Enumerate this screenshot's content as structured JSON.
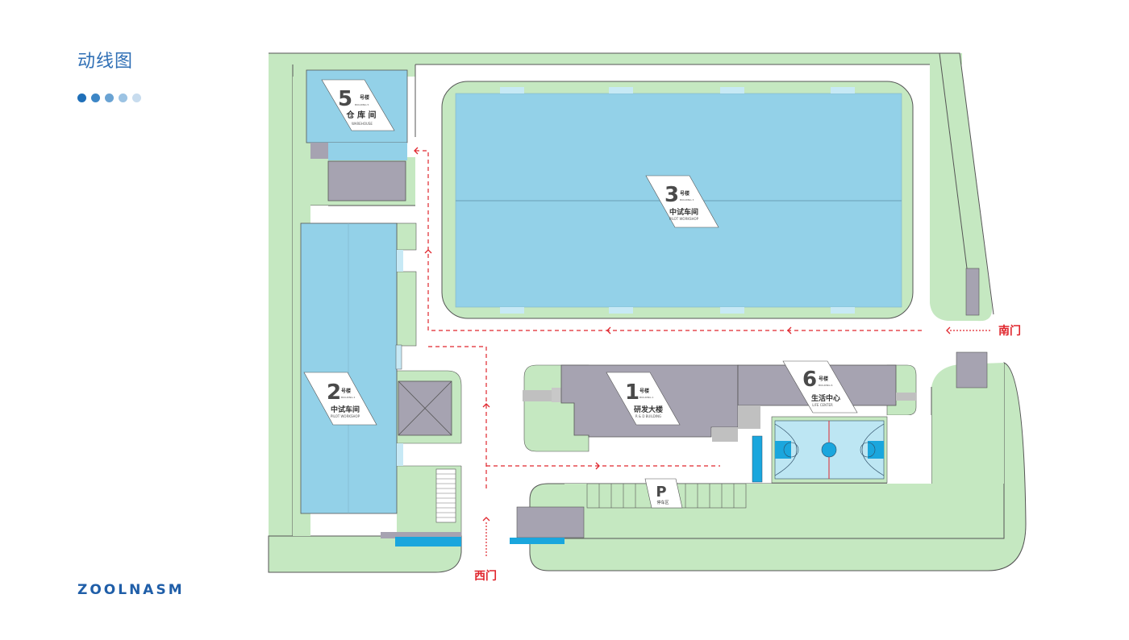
{
  "page": {
    "title": "动线图",
    "brand": "ZOOLNASM",
    "dot_colors": [
      "#1f6fb8",
      "#3d86c6",
      "#6aa3d3",
      "#9cc3e3",
      "#c8dcee"
    ]
  },
  "colors": {
    "grass": "#c5e8c1",
    "grass_stroke": "#4a4a4a",
    "building_blue": "#93d1e8",
    "building_gray": "#a6a3b1",
    "route_red": "#e0262d",
    "court_blue": "#1aa6dd"
  },
  "buildings": [
    {
      "id": "b1",
      "number": "1",
      "floor_label": "号楼",
      "en_small": "BUILDING 1",
      "name_cn": "研发大楼",
      "name_en": "R & D BUILDING"
    },
    {
      "id": "b2",
      "number": "2",
      "floor_label": "号楼",
      "en_small": "BUILDING 2",
      "name_cn": "中试车间",
      "name_en": "PILOT WORKSHOP"
    },
    {
      "id": "b3",
      "number": "3",
      "floor_label": "号楼",
      "en_small": "BUILDING 3",
      "name_cn": "中试车间",
      "name_en": "PILOT WORKSHOP"
    },
    {
      "id": "b5",
      "number": "5",
      "floor_label": "号楼",
      "en_small": "BUILDING 5",
      "name_cn": "仓 库 间",
      "name_en": "WAREHOUSE"
    },
    {
      "id": "b6",
      "number": "6",
      "floor_label": "号楼",
      "en_small": "BUILDING 6",
      "name_cn": "生活中心",
      "name_en": "LIFE CENTER"
    }
  ],
  "parking": {
    "symbol": "P",
    "label": "停车区"
  },
  "gates": {
    "south": "南门",
    "west": "西门"
  }
}
